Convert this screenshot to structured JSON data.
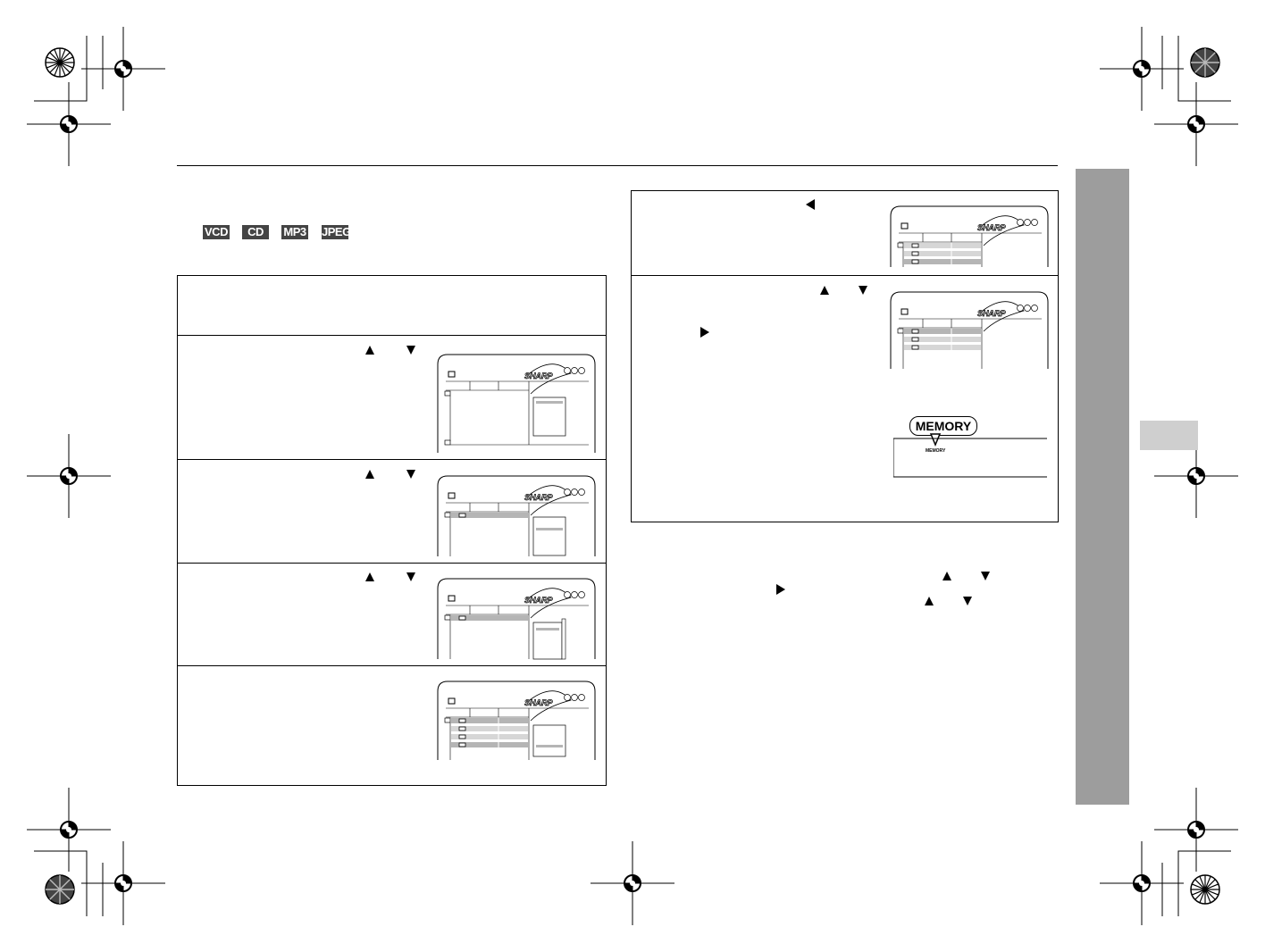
{
  "header": {
    "disc_badges": [
      "VCD",
      "CD",
      "MP3",
      "JPEG"
    ]
  },
  "screens": {
    "brand": "SHARP"
  },
  "memory": {
    "indicator_label": "MEMORY",
    "display_text": "MEMORY"
  },
  "colors": {
    "badge": "#444444",
    "sidebar": "#9d9d9d",
    "tab": "#cfcfcf",
    "highlight": "#b5b5b5"
  }
}
